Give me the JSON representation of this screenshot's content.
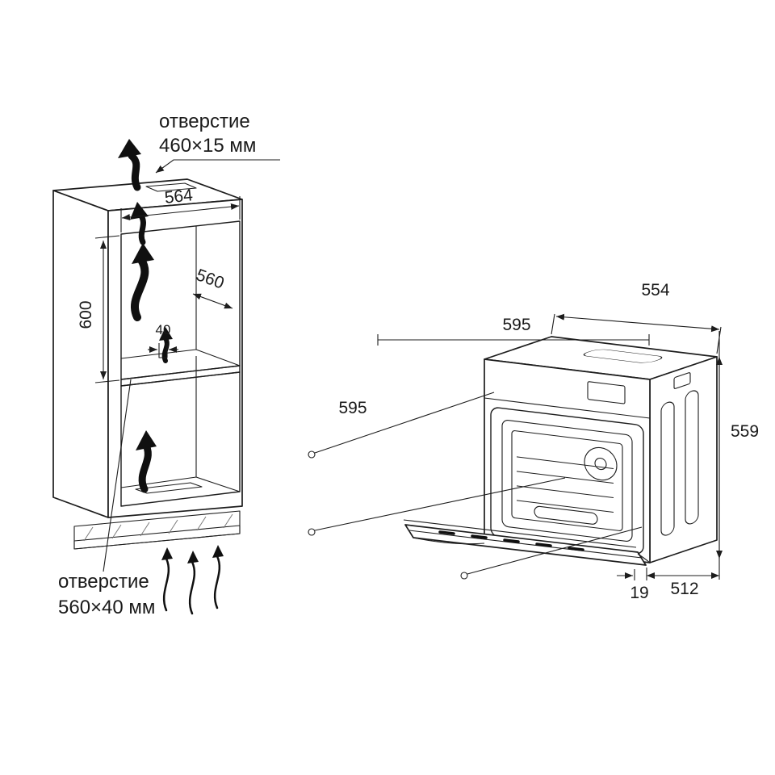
{
  "diagram": {
    "cabinet": {
      "top_opening_line1": "отверстие",
      "top_opening_line2": "460×15 мм",
      "bottom_opening_line1": "отверстие",
      "bottom_opening_line2": "560×40 мм",
      "dim_width": "564",
      "dim_depth": "560",
      "dim_height": "600",
      "dim_gap": "40"
    },
    "oven": {
      "dim_top": "554",
      "dim_width": "595",
      "dim_depth": "595",
      "dim_height": "559",
      "dim_base": "512",
      "dim_door": "19"
    },
    "colors": {
      "line": "#1d1d1d",
      "plinth_light": "#c8c8c8",
      "plinth_dark": "#8d8d8d"
    }
  }
}
